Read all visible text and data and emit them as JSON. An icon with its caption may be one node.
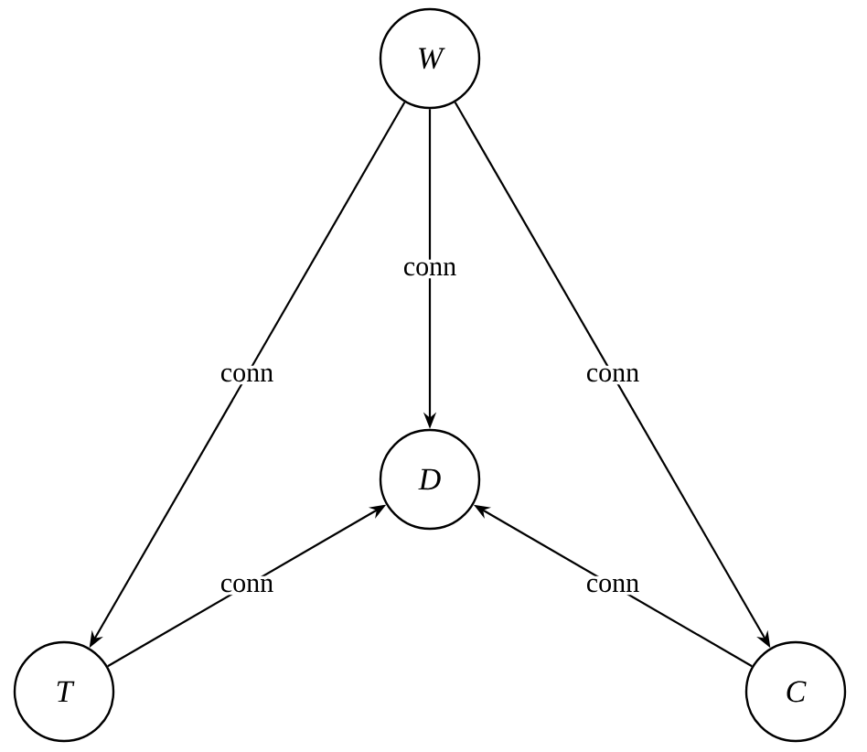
{
  "diagram": {
    "nodes": [
      {
        "text": [
          "W"
        ]
      },
      {
        "text": [
          "D"
        ]
      },
      {
        "text": [
          "T"
        ]
      },
      {
        "text": [
          "C"
        ]
      }
    ],
    "edges": [
      {
        "from": 0,
        "to": 2,
        "arrow": "to",
        "label": "conn"
      },
      {
        "from": 0,
        "to": 1,
        "arrow": "to",
        "label": "conn"
      },
      {
        "from": 0,
        "to": 3,
        "arrow": "to",
        "label": "conn"
      },
      {
        "from": 2,
        "to": 1,
        "arrow": "to",
        "label": "conn"
      },
      {
        "from": 3,
        "to": 1,
        "arrow": "to",
        "label": "conn"
      }
    ]
  }
}
